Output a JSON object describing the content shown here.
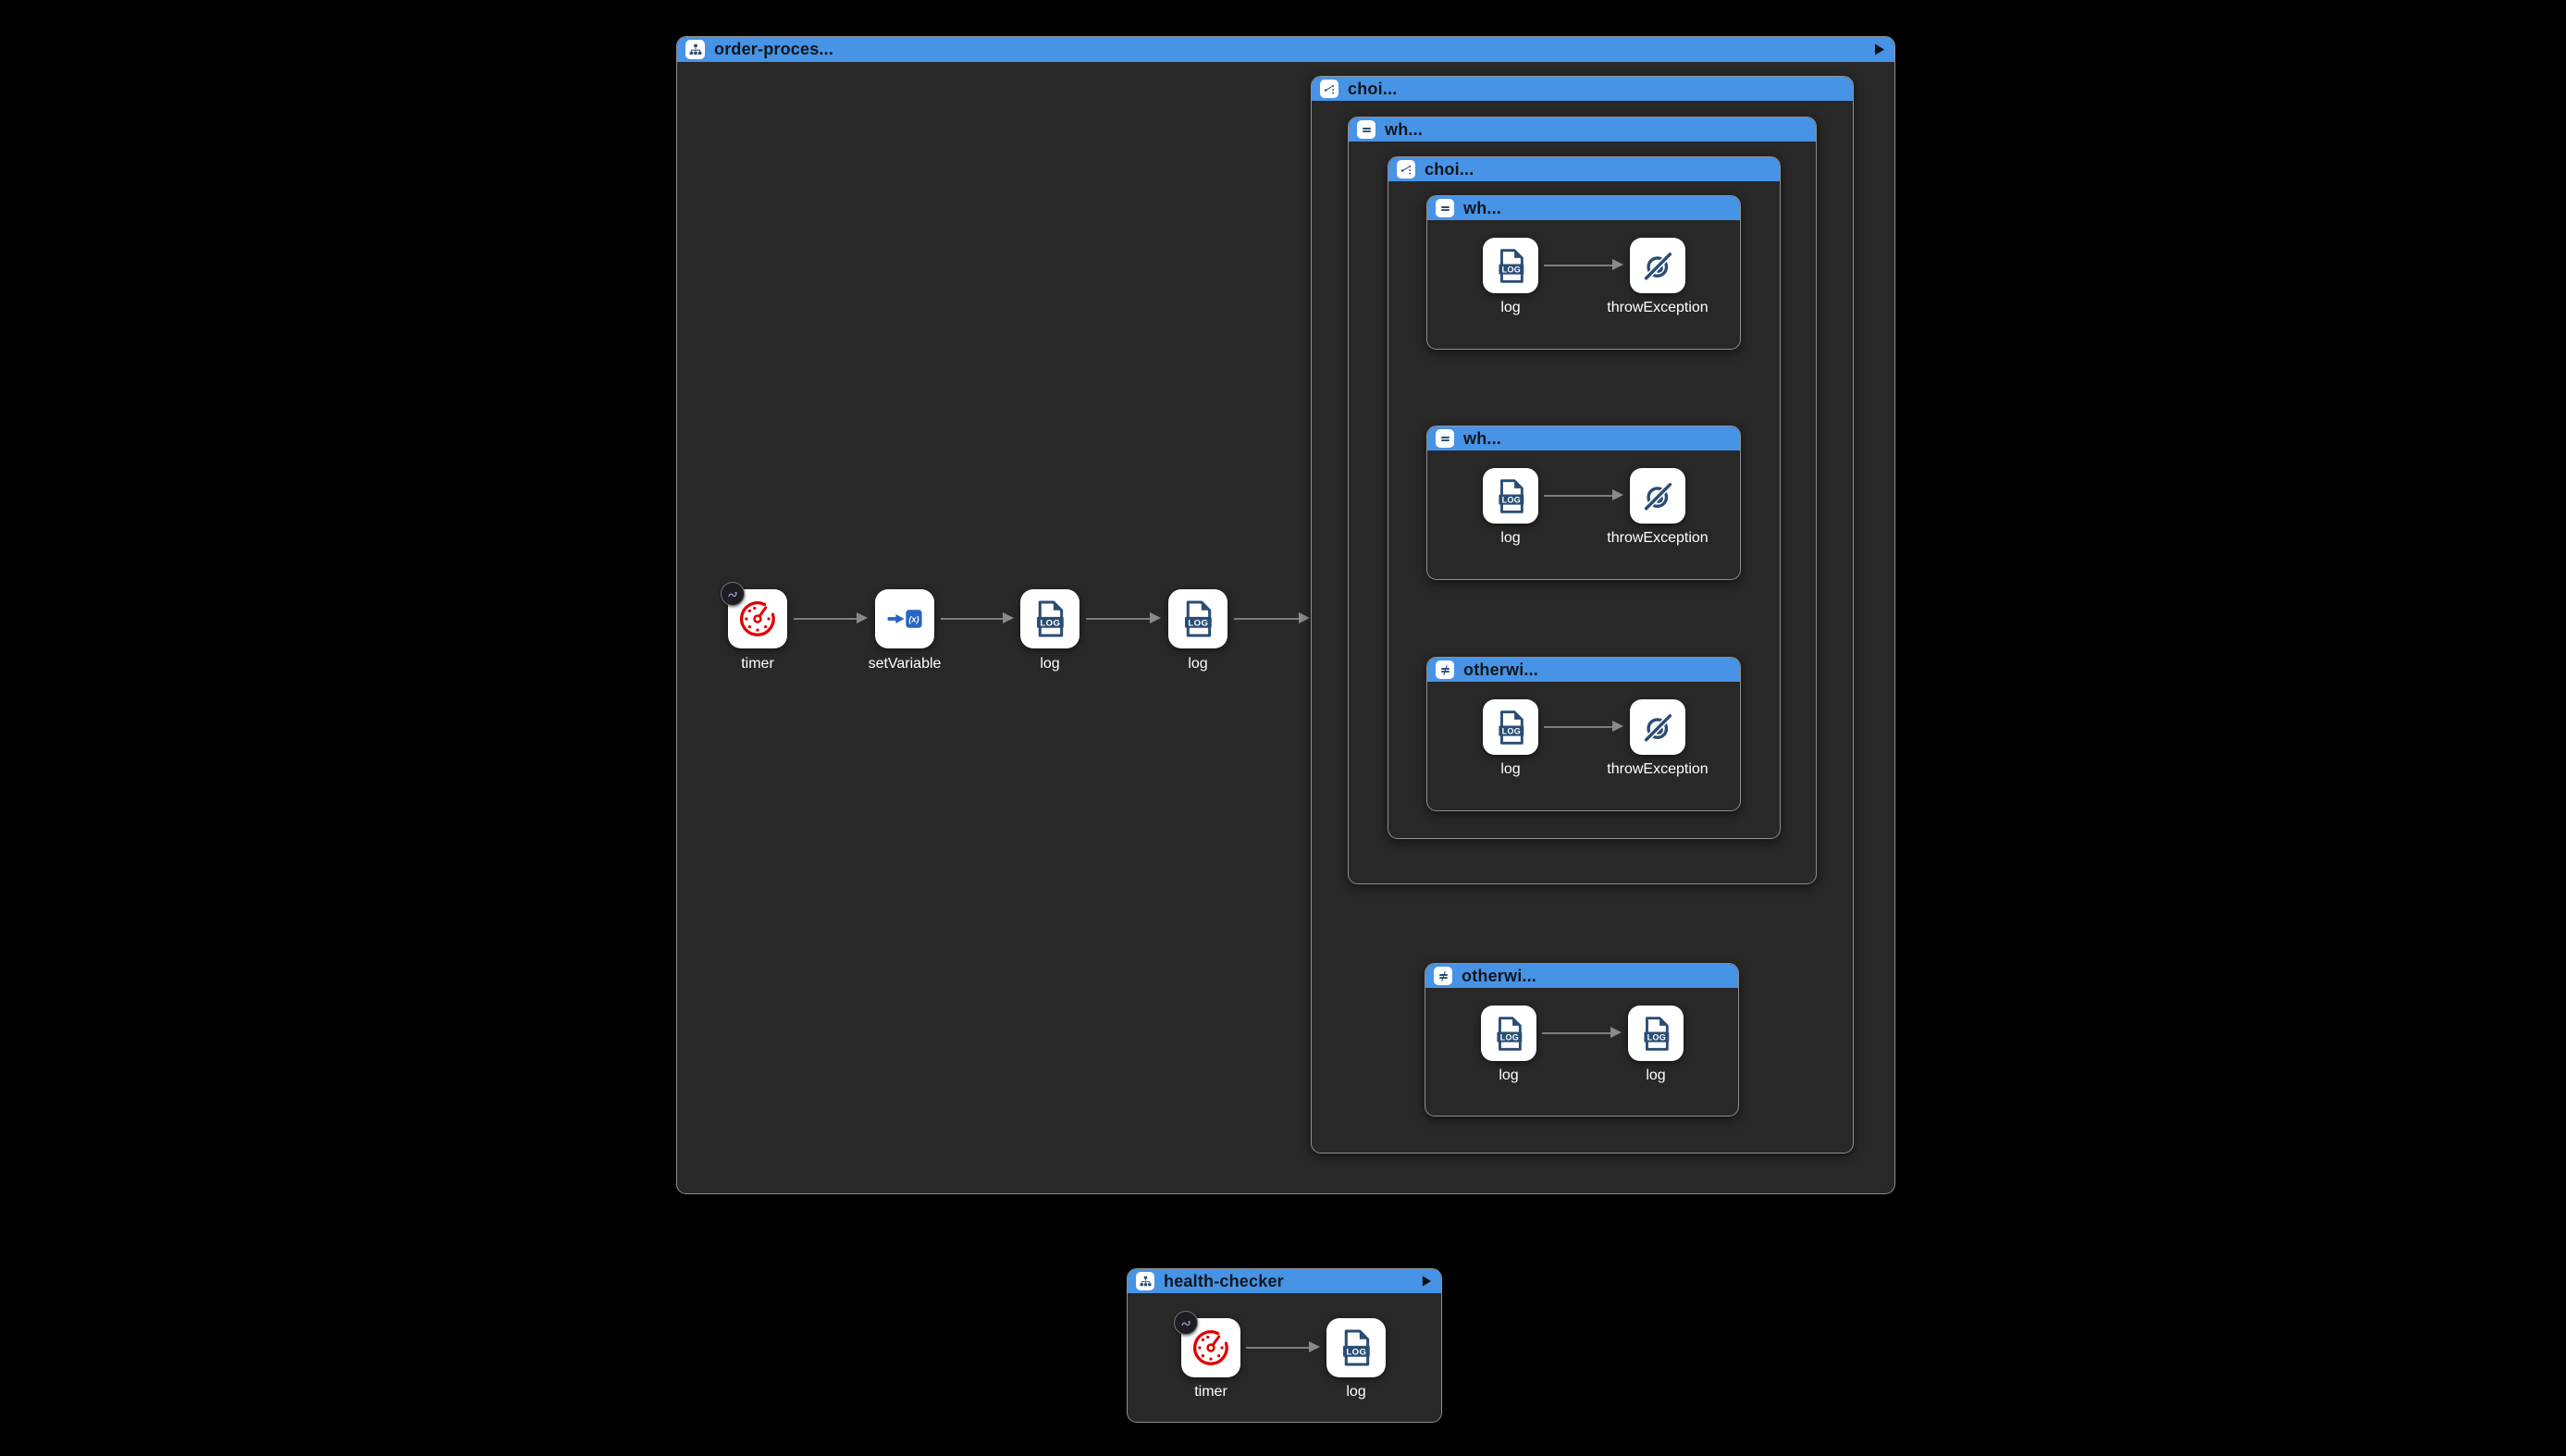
{
  "colors": {
    "background": "#000000",
    "container_body": "#282828",
    "header_blue": "#4793e6",
    "container_border": "#8f8f8f",
    "node_background": "#ffffff",
    "icon_navy": "#2a4d75",
    "timer_red": "#e00000",
    "set_variable_blue": "#2a65c0",
    "badge_purple": "#b3a5f3",
    "arrow_gray": "#7d7d7d",
    "header_text": "#10161c",
    "node_label_text": "#ffffff"
  },
  "icons": {
    "log_text": "LOG",
    "set_variable_text": "(x)"
  },
  "order_route": {
    "title": "order-proces...",
    "flow": {
      "timer_label": "timer",
      "set_variable_label": "setVariable",
      "log1_label": "log",
      "log2_label": "log"
    },
    "choice": {
      "title": "choi...",
      "when": {
        "title": "wh...",
        "choice": {
          "title": "choi...",
          "when1": {
            "title": "wh...",
            "log_label": "log",
            "throw_label": "throwException"
          },
          "when2": {
            "title": "wh...",
            "log_label": "log",
            "throw_label": "throwException"
          },
          "otherwise": {
            "title": "otherwi...",
            "log_label": "log",
            "throw_label": "throwException"
          }
        }
      },
      "otherwise": {
        "title": "otherwi...",
        "log1_label": "log",
        "log2_label": "log"
      }
    }
  },
  "health_route": {
    "title": "health-checker",
    "timer_label": "timer",
    "log_label": "log"
  }
}
